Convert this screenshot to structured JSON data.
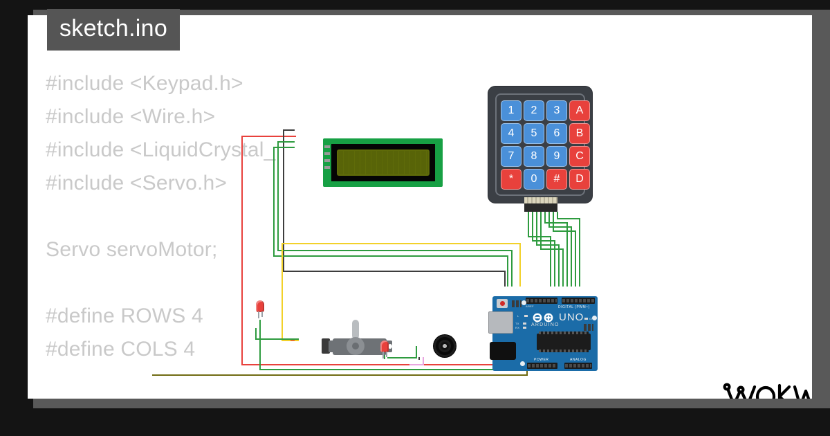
{
  "window": {
    "tab_label": "sketch.ino",
    "brand": "WOKWi"
  },
  "editor": {
    "code_lines": [
      "#include <Keypad.h>",
      "#include <Wire.h>",
      "#include <LiquidCrystal_",
      "#include <Servo.h>",
      "",
      "Servo servoMotor;",
      "",
      "#define ROWS 4",
      "#define COLS 4"
    ],
    "code_text": "#include <Keypad.h>\n#include <Wire.h>\n#include <LiquidCrystal_\n#include <Servo.h>\n\nServo servoMotor;\n\n#define ROWS 4\n#define COLS 4"
  },
  "diagram": {
    "keypad": {
      "name": "membrane-keypad-4x4",
      "keys": [
        {
          "label": "1",
          "color": "blue"
        },
        {
          "label": "2",
          "color": "blue"
        },
        {
          "label": "3",
          "color": "blue"
        },
        {
          "label": "A",
          "color": "red"
        },
        {
          "label": "4",
          "color": "blue"
        },
        {
          "label": "5",
          "color": "blue"
        },
        {
          "label": "6",
          "color": "blue"
        },
        {
          "label": "B",
          "color": "red"
        },
        {
          "label": "7",
          "color": "blue"
        },
        {
          "label": "8",
          "color": "blue"
        },
        {
          "label": "9",
          "color": "blue"
        },
        {
          "label": "C",
          "color": "red"
        },
        {
          "label": "*",
          "color": "red"
        },
        {
          "label": "0",
          "color": "blue"
        },
        {
          "label": "#",
          "color": "red"
        },
        {
          "label": "D",
          "color": "red"
        }
      ]
    },
    "lcd": {
      "name": "lcd1602",
      "columns": 16,
      "rows": 2
    },
    "arduino": {
      "board_name": "UNO",
      "brand_text": "ARDUINO",
      "digital_header_label": "DIGITAL (PWM~)",
      "power_label": "POWER",
      "analog_label": "ANALOG",
      "aref_label": "AREF",
      "on_label": "ON",
      "l_label": "L",
      "tx_label": "TX",
      "rx_label": "RX",
      "digital_pins": [
        "AREF",
        "GND",
        "13",
        "12",
        "~11",
        "~10",
        "~9",
        "8",
        "7",
        "~6",
        "~5",
        "4",
        "~3",
        "2",
        "TX→1",
        "RX←0"
      ],
      "power_pins": [
        "IOREF",
        "RESET",
        "3.3V",
        "5V",
        "GND",
        "GND",
        "VIN"
      ],
      "analog_pins": [
        "A0",
        "A1",
        "A2",
        "A3",
        "A4",
        "A5"
      ]
    },
    "servo": {
      "name": "servo-motor"
    },
    "buzzer": {
      "name": "buzzer"
    },
    "leds": [
      {
        "name": "led-red-1",
        "color": "#e8413c"
      },
      {
        "name": "led-red-2",
        "color": "#e8413c"
      }
    ],
    "wire_colors": {
      "green": "#2e9b3f",
      "black": "#3d3d3d",
      "red": "#e8413c",
      "yellow": "#f2d12a",
      "violet": "#e9a6e0",
      "olive": "#6f6b12",
      "orange": "#e8722a"
    }
  }
}
